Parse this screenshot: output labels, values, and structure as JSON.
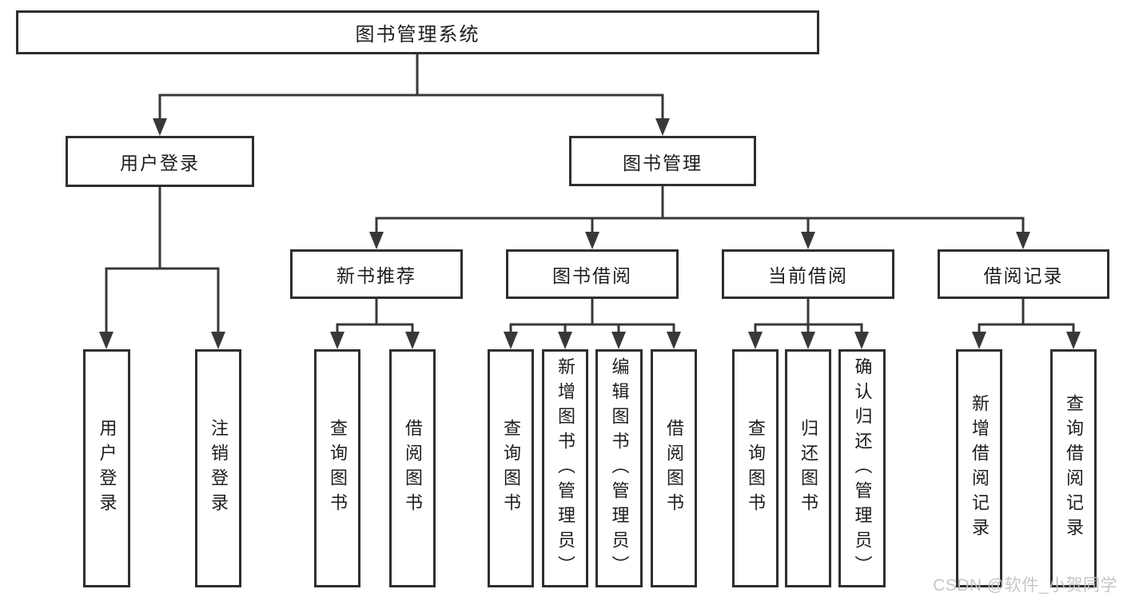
{
  "diagram": {
    "root": {
      "label": "图书管理系统"
    },
    "user_login": {
      "label": "用户登录",
      "children": [
        {
          "label": "用户登录"
        },
        {
          "label": "注销登录"
        }
      ]
    },
    "book_management": {
      "label": "图书管理",
      "sections": [
        {
          "label": "新书推荐",
          "children": [
            {
              "label": "查询图书"
            },
            {
              "label": "借阅图书"
            }
          ]
        },
        {
          "label": "图书借阅",
          "children": [
            {
              "label": "查询图书"
            },
            {
              "label": "新增图书（管理员）"
            },
            {
              "label": "编辑图书（管理员）"
            },
            {
              "label": "借阅图书"
            }
          ]
        },
        {
          "label": "当前借阅",
          "children": [
            {
              "label": "查询图书"
            },
            {
              "label": "归还图书"
            },
            {
              "label": "确认归还（管理员）"
            }
          ]
        },
        {
          "label": "借阅记录",
          "children": [
            {
              "label": "新增借阅记录"
            },
            {
              "label": "查询借阅记录"
            }
          ]
        }
      ]
    }
  },
  "watermark": {
    "text": "CSDN @软件_小贺同学"
  },
  "colors": {
    "background": "#ffffff",
    "box_border": "#2e2e2e",
    "connector_line": "#383838",
    "text": "#1d1d1d",
    "watermark_text": "#c1c1c1"
  }
}
